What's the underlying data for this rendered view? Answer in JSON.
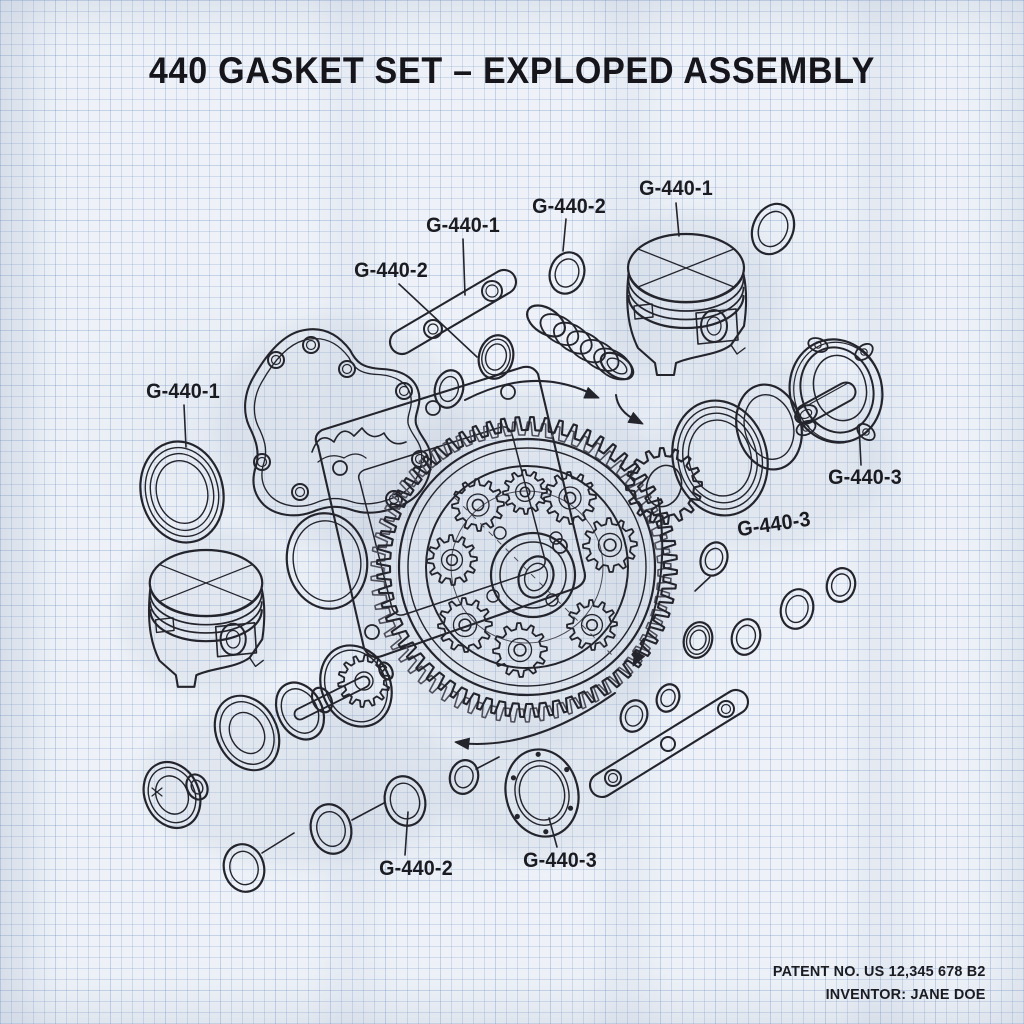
{
  "title": "440 GASKET SET – EXPLOPED ASSEMBLY",
  "callouts": [
    {
      "id": "callout-piston-top",
      "text": "G-440-1"
    },
    {
      "id": "callout-bushing-top",
      "text": "G-440-2"
    },
    {
      "id": "callout-link-bar",
      "text": "G-440-1"
    },
    {
      "id": "callout-gasket",
      "text": "G-440-2"
    },
    {
      "id": "callout-left-seal",
      "text": "G-440-1"
    },
    {
      "id": "callout-retainer",
      "text": "G-440-3"
    },
    {
      "id": "callout-oring-pair",
      "text": "G-440-3"
    },
    {
      "id": "callout-bottom-ring",
      "text": "G-440-2"
    },
    {
      "id": "callout-bottom-seal",
      "text": "G-440-3"
    }
  ],
  "patent": {
    "line1": "PATENT NO. US 12,345 678 B2",
    "line2": "INVENTOR: JANE DOE"
  },
  "colors": {
    "ink": "#24242c",
    "grid_blue": "#6086bc",
    "paper": "#eef2f8"
  }
}
